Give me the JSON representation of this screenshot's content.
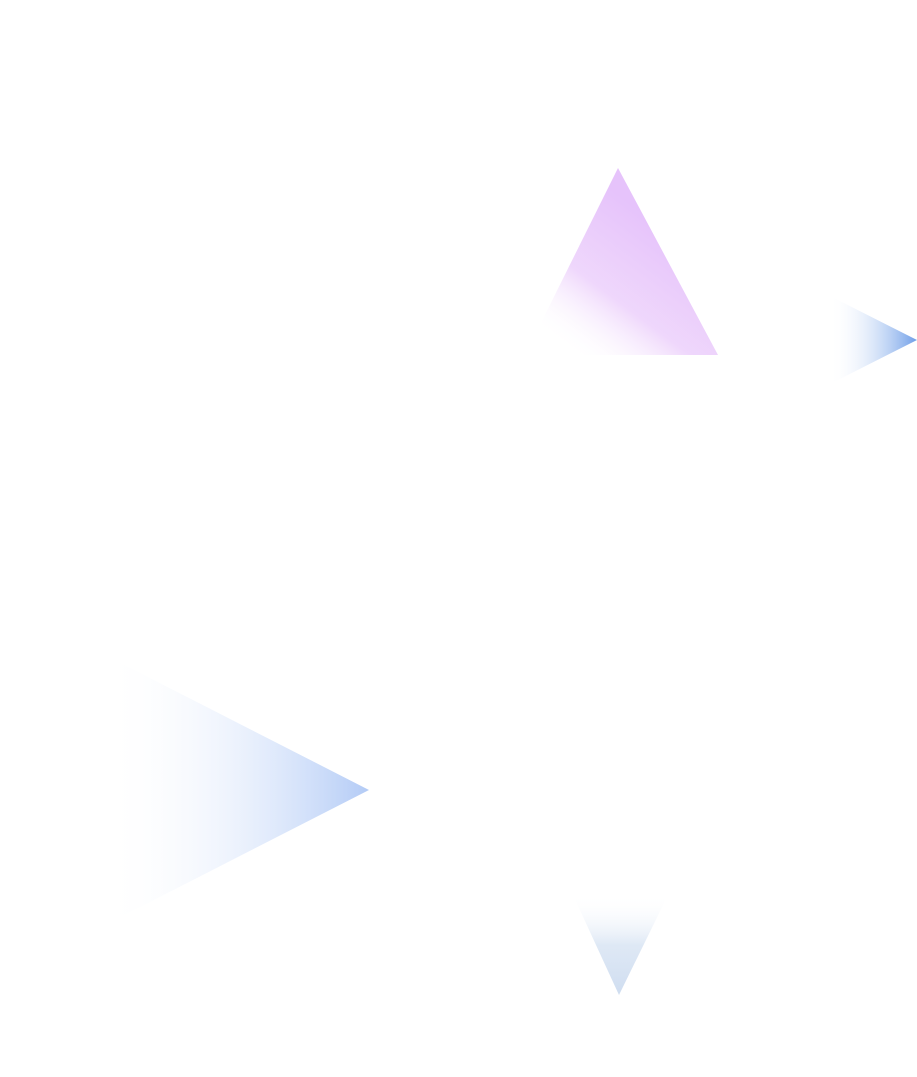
{
  "background_color": "#ffffff",
  "shapes": [
    {
      "name": "triangle-up-violet",
      "direction": "up",
      "color": "#d9a8f7"
    },
    {
      "name": "triangle-right-blue-small",
      "direction": "right",
      "color": "#6f9ee8"
    },
    {
      "name": "triangle-right-blue-large",
      "direction": "right",
      "color": "#a9c3f5"
    },
    {
      "name": "triangle-down-blue-small",
      "direction": "down",
      "color": "#b9cbe8"
    }
  ]
}
